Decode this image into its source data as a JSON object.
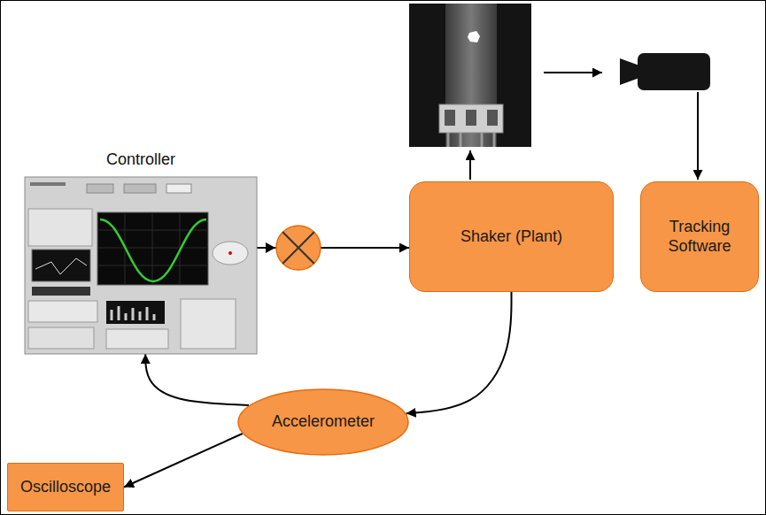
{
  "diagram": {
    "nodes": [
      {
        "text": [
          "Controller"
        ]
      },
      {
        "text": [
          "Shaker (Plant)"
        ]
      },
      {
        "text": [
          "Tracking Software"
        ]
      },
      {
        "text": [
          "Accelerometer"
        ]
      },
      {
        "text": [
          "Oscilloscope"
        ]
      }
    ],
    "edges": [
      {
        "from": 0,
        "to": 1,
        "arrow": "to"
      },
      {
        "from": 1,
        "to": 3,
        "arrow": "to"
      },
      {
        "from": 3,
        "to": 0,
        "arrow": "to"
      },
      {
        "from": 3,
        "to": 4,
        "arrow": "to"
      }
    ]
  }
}
